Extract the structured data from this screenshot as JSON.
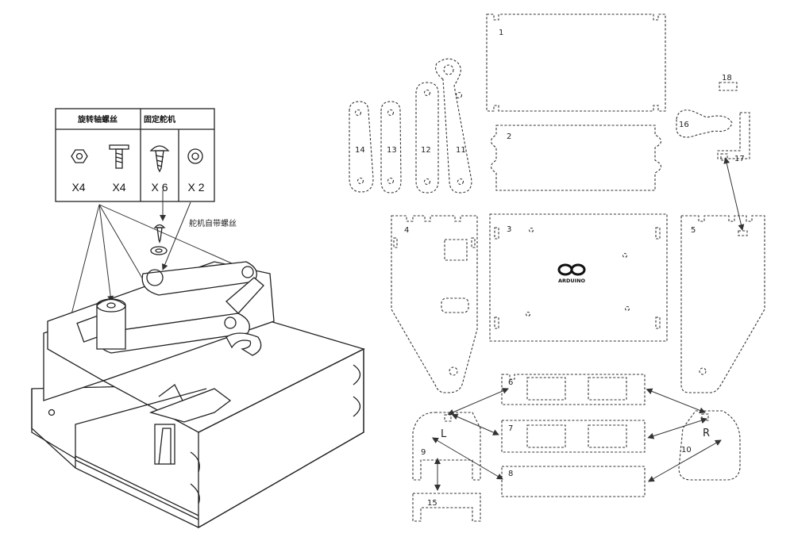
{
  "parts_table": {
    "header_rotation_screws": "旋转轴螺丝",
    "header_fixed_servo": "固定舵机",
    "qty_nut": "X4",
    "qty_bolt": "X4",
    "qty_screw": "X 6",
    "qty_washer": "X 2"
  },
  "servo_screw_label": "舵机自带螺丝",
  "arduino_label": "ARDUINO",
  "part_numbers": [
    "1",
    "2",
    "3",
    "4",
    "5",
    "6",
    "7",
    "8",
    "9",
    "10",
    "11",
    "12",
    "13",
    "14",
    "15",
    "16",
    "17",
    "18"
  ],
  "side_labels": {
    "left": "L",
    "right": "R"
  }
}
